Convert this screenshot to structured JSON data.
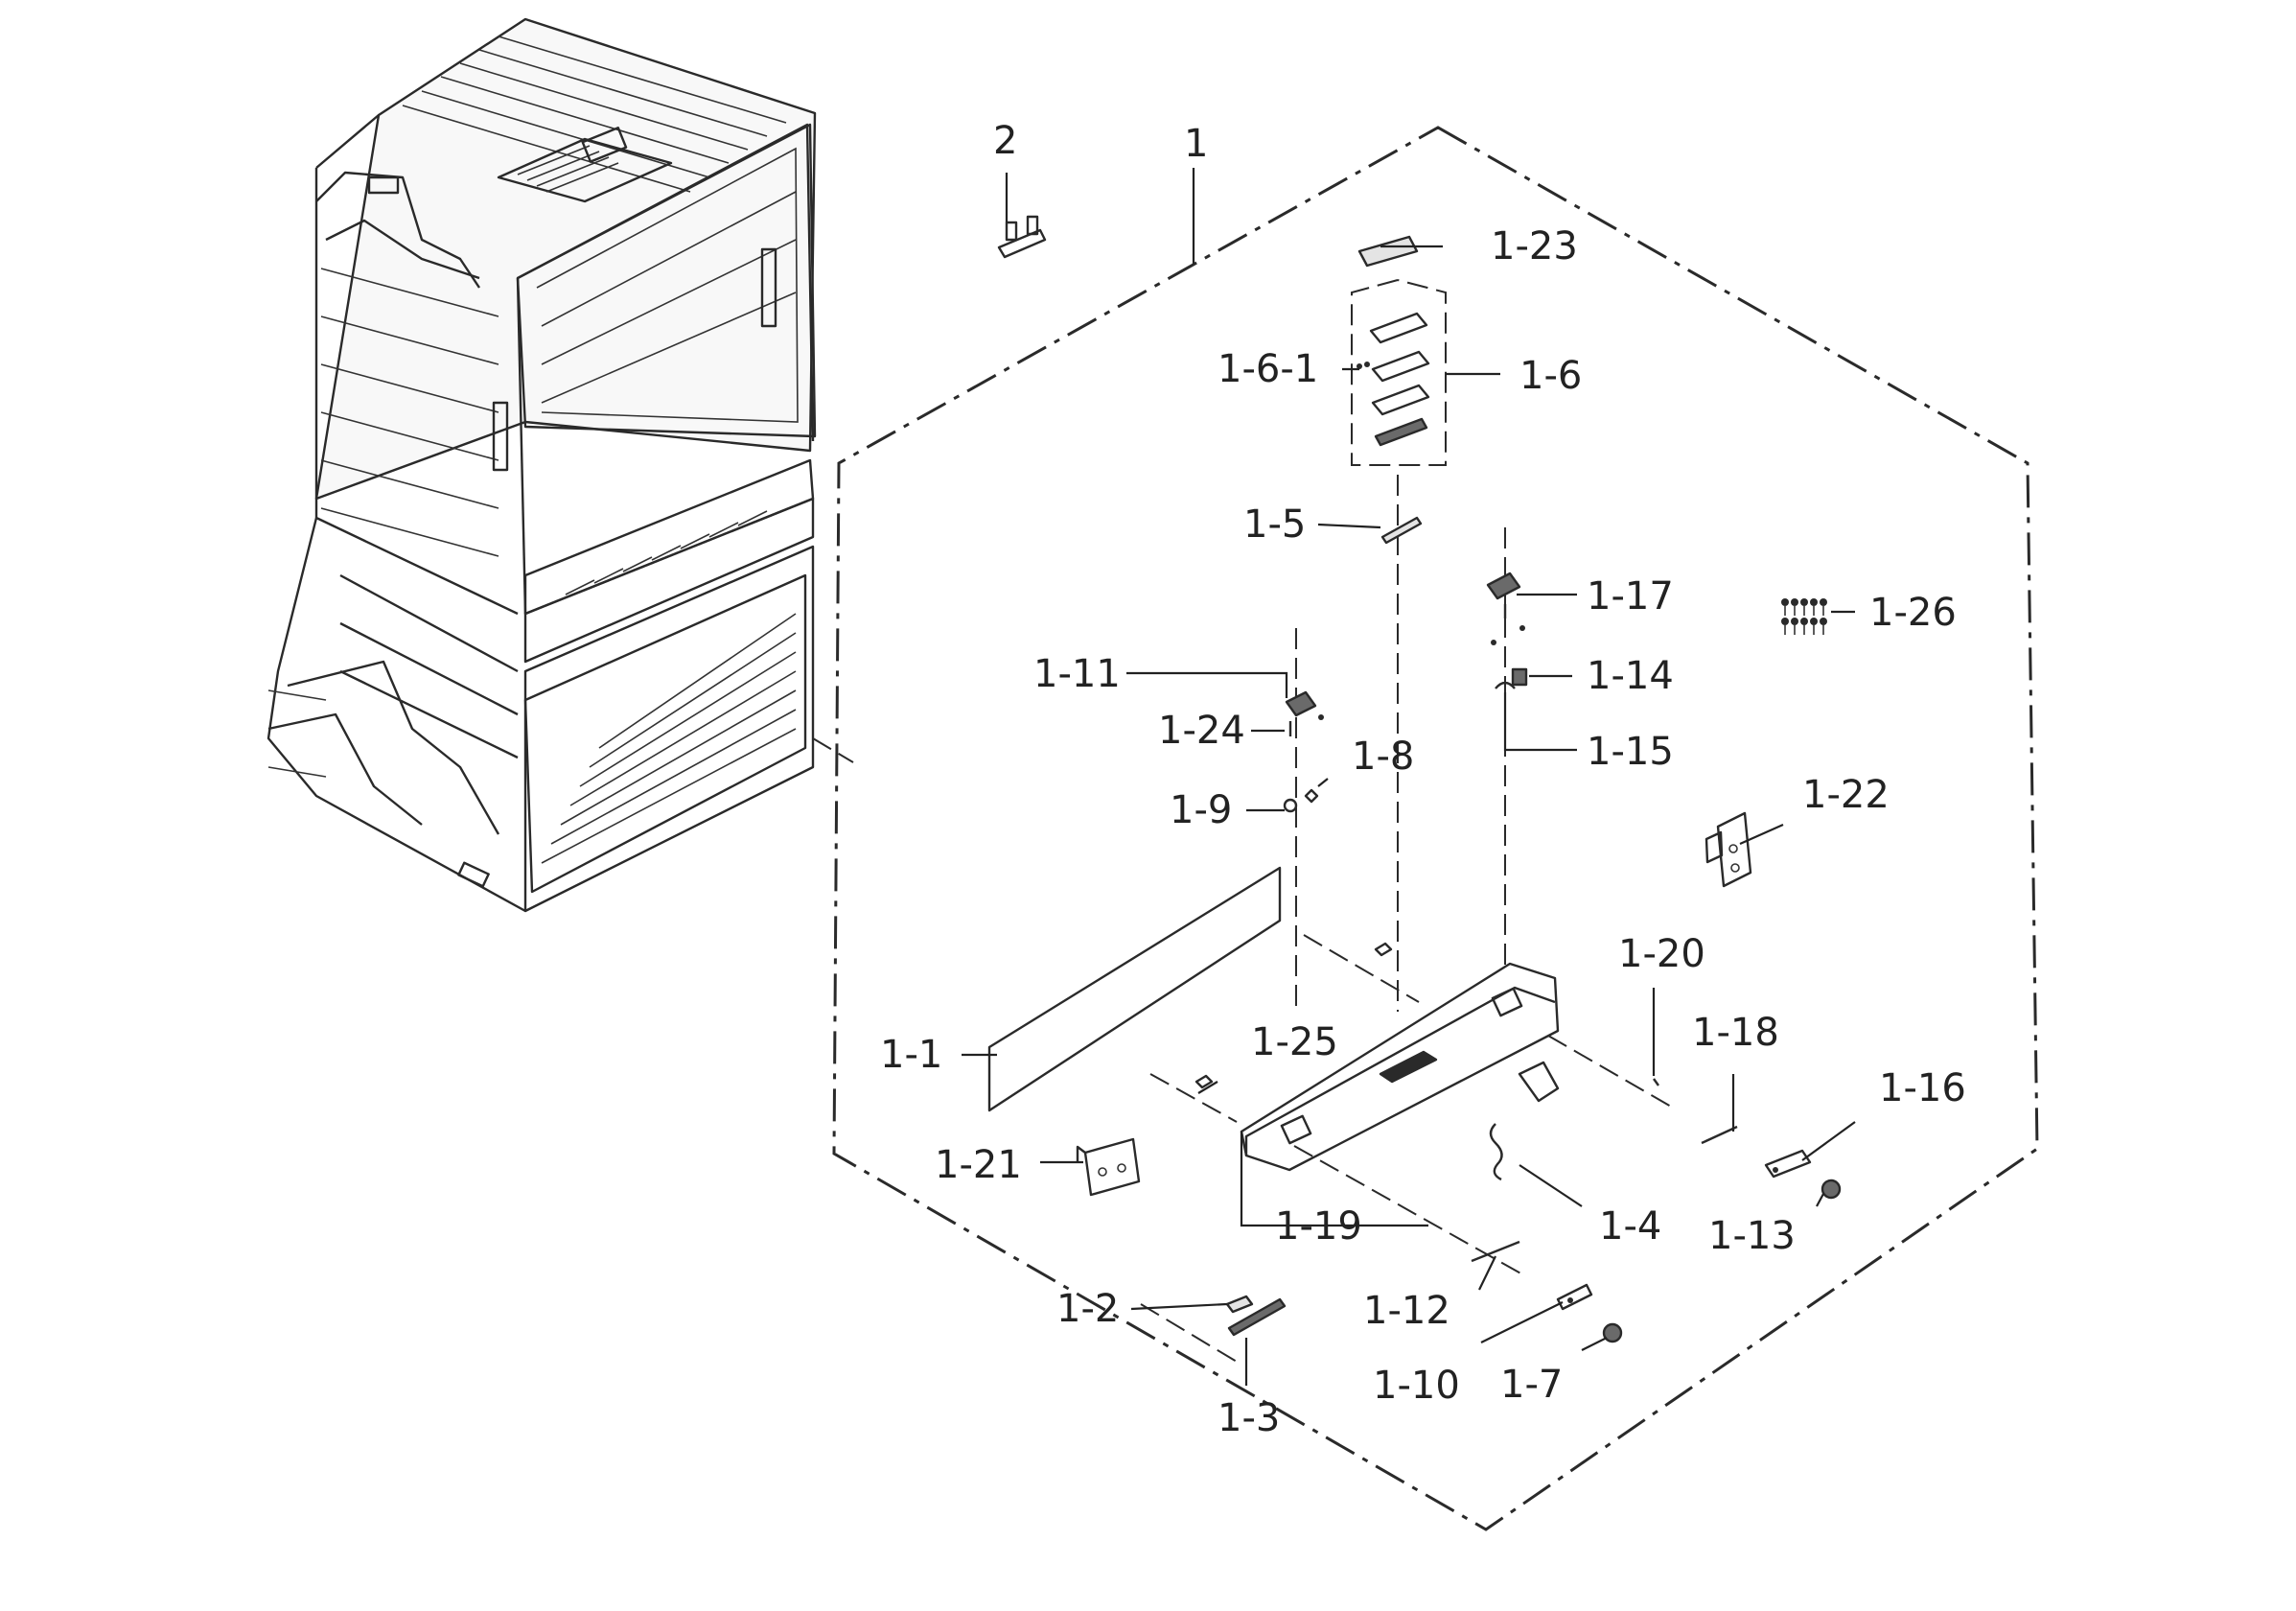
{
  "diagram": {
    "callouts": [
      {
        "id": "2",
        "text": "2"
      },
      {
        "id": "1",
        "text": "1"
      },
      {
        "id": "1-23",
        "text": "1-23"
      },
      {
        "id": "1-6-1",
        "text": "1-6-1"
      },
      {
        "id": "1-6",
        "text": "1-6"
      },
      {
        "id": "1-5",
        "text": "1-5"
      },
      {
        "id": "1-17",
        "text": "1-17"
      },
      {
        "id": "1-26",
        "text": "1-26"
      },
      {
        "id": "1-11",
        "text": "1-11"
      },
      {
        "id": "1-14",
        "text": "1-14"
      },
      {
        "id": "1-24",
        "text": "1-24"
      },
      {
        "id": "1-15",
        "text": "1-15"
      },
      {
        "id": "1-8",
        "text": "1-8"
      },
      {
        "id": "1-22",
        "text": "1-22"
      },
      {
        "id": "1-9",
        "text": "1-9"
      },
      {
        "id": "1-20",
        "text": "1-20"
      },
      {
        "id": "1-18",
        "text": "1-18"
      },
      {
        "id": "1-25",
        "text": "1-25"
      },
      {
        "id": "1-1",
        "text": "1-1"
      },
      {
        "id": "1-16",
        "text": "1-16"
      },
      {
        "id": "1-21",
        "text": "1-21"
      },
      {
        "id": "1-19",
        "text": "1-19"
      },
      {
        "id": "1-4",
        "text": "1-4"
      },
      {
        "id": "1-13",
        "text": "1-13"
      },
      {
        "id": "1-12",
        "text": "1-12"
      },
      {
        "id": "1-2",
        "text": "1-2"
      },
      {
        "id": "1-10",
        "text": "1-10"
      },
      {
        "id": "1-7",
        "text": "1-7"
      },
      {
        "id": "1-3",
        "text": "1-3"
      }
    ]
  }
}
